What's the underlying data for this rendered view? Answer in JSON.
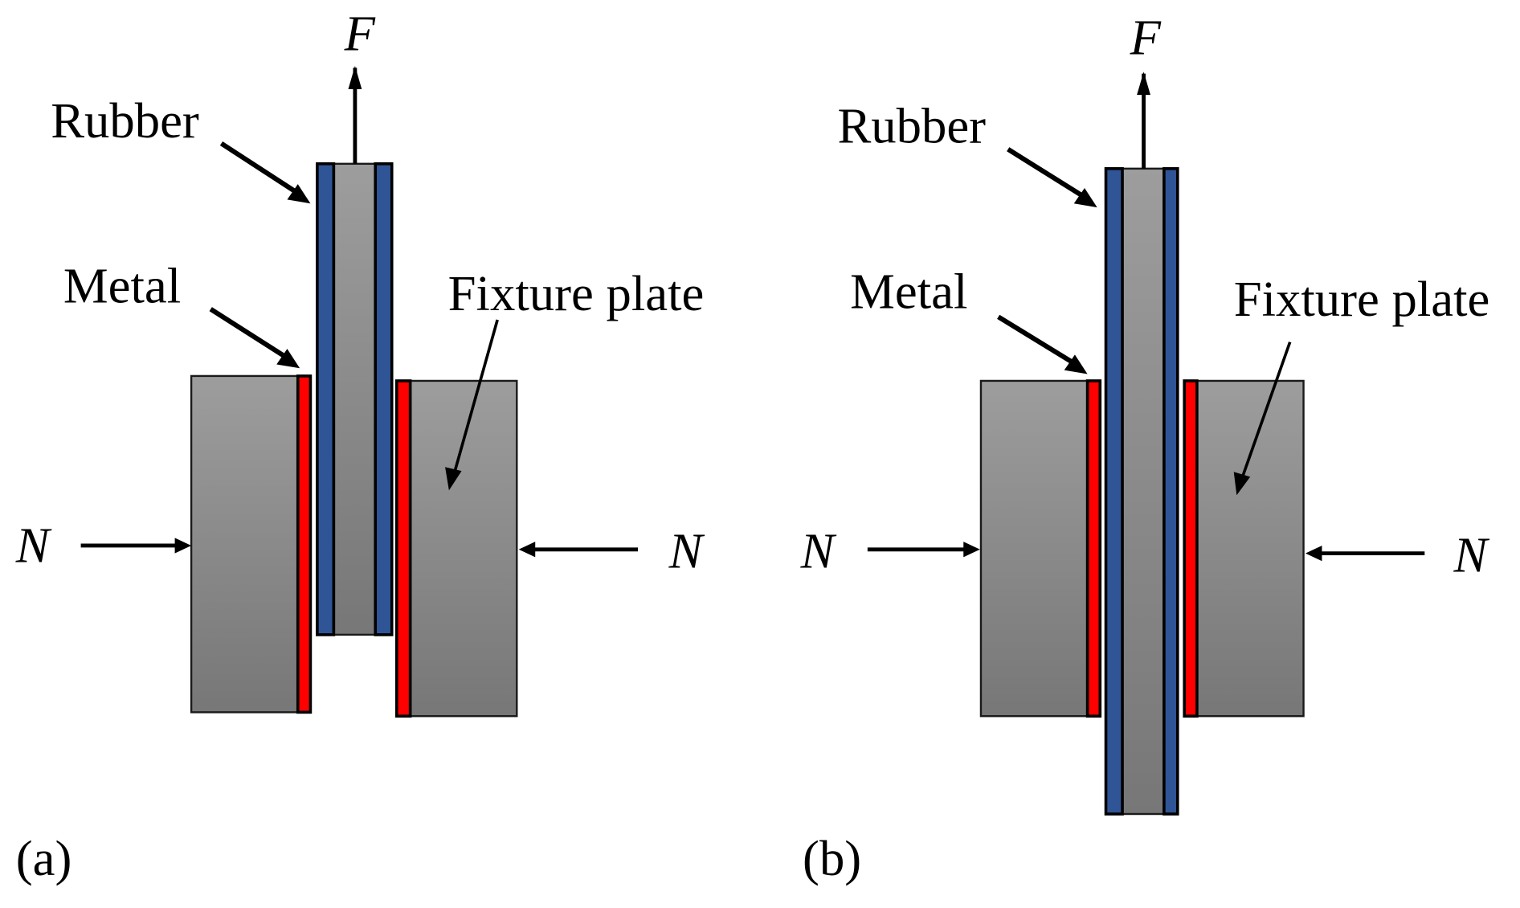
{
  "figure": {
    "panels": [
      {
        "id": "a",
        "panel_label": "(a)",
        "force_label": "F",
        "normal_left_label": "N",
        "normal_right_label": "N",
        "rubber_label": "Rubber",
        "metal_label": "Metal",
        "fixture_label": "Fixture plate",
        "configuration": "rubber strip ends above bottom of fixture plates"
      },
      {
        "id": "b",
        "panel_label": "(b)",
        "force_label": "F",
        "normal_left_label": "N",
        "normal_right_label": "N",
        "rubber_label": "Rubber",
        "metal_label": "Metal",
        "fixture_label": "Fixture plate",
        "configuration": "rubber strip extends below bottom of fixture plates"
      }
    ],
    "colors": {
      "rubber": "#2f5597",
      "metal": "#ff0000",
      "plate_top": "#9c9c9c",
      "plate_bottom": "#787878",
      "outline": "#000000"
    }
  }
}
